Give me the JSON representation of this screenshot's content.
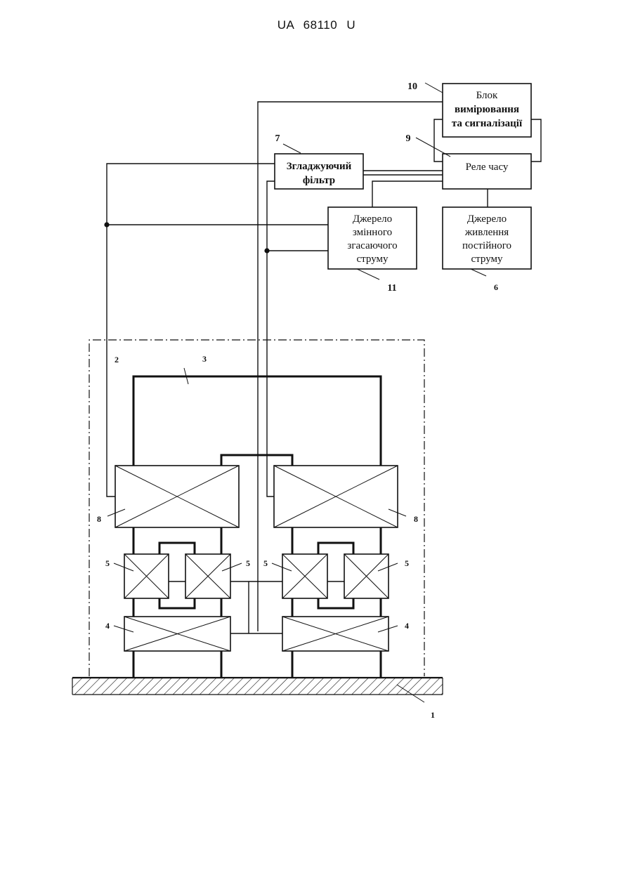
{
  "header": {
    "document_number": "UA   68110   U"
  },
  "blocks": {
    "measurement": {
      "lines": [
        "Блок",
        "вимірювання",
        "та сигналізації"
      ]
    },
    "time_relay": {
      "lines": [
        "Реле часу"
      ]
    },
    "smoothing_filter": {
      "lines": [
        "Згладжуючий",
        "фільтр"
      ]
    },
    "ac_source": {
      "lines": [
        "Джерело",
        "змінного",
        "згасаючого",
        "струму"
      ]
    },
    "dc_source": {
      "lines": [
        "Джерело",
        "живлення",
        "постійного",
        "струму"
      ]
    }
  },
  "labels": {
    "l1": "1",
    "l2": "2",
    "l3": "3",
    "l4a": "4",
    "l4b": "4",
    "l5a": "5",
    "l5b": "5",
    "l5c": "5",
    "l5d": "5",
    "l6": "6",
    "l7": "7",
    "l8a": "8",
    "l8b": "8",
    "l9": "9",
    "l10": "10",
    "l11": "11"
  }
}
